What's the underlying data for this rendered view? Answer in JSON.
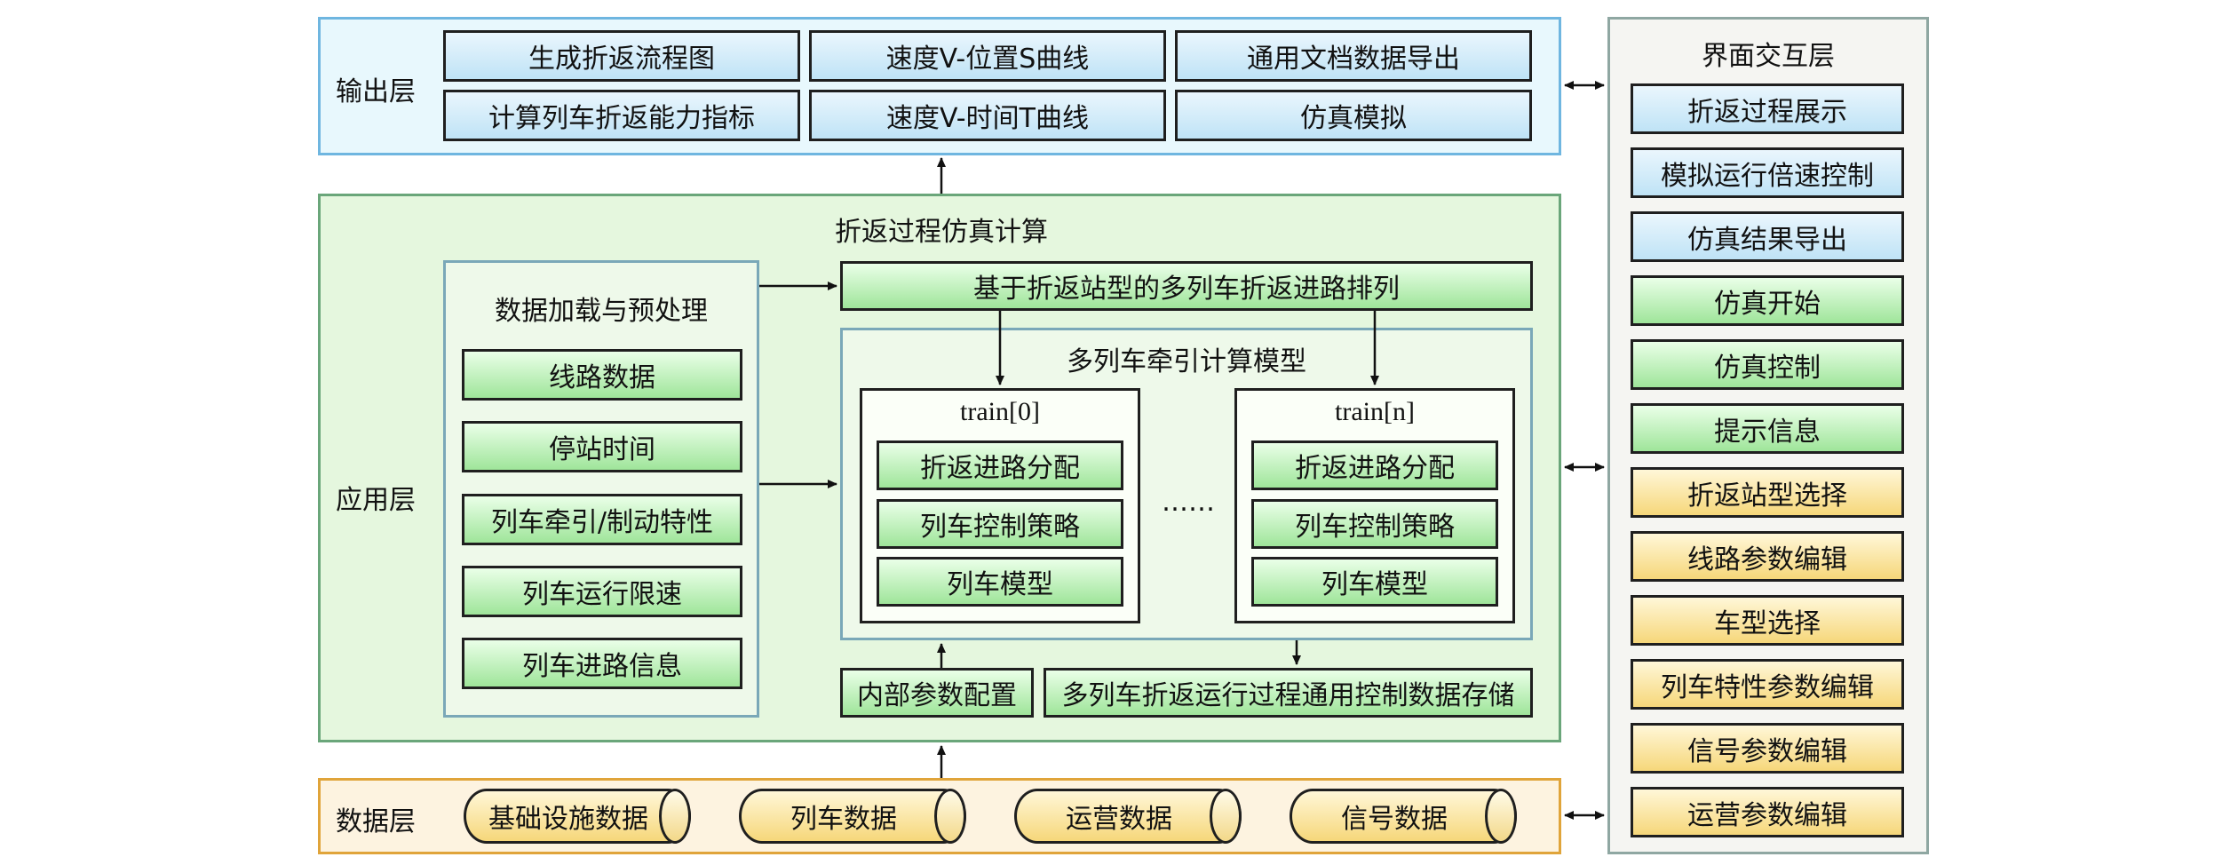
{
  "output_layer": {
    "label": "输出层",
    "items": [
      "生成折返流程图",
      "速度V-位置S曲线",
      "通用文档数据导出",
      "计算列车折返能力指标",
      "速度V-时间T曲线",
      "仿真模拟"
    ]
  },
  "application_layer": {
    "label": "应用层",
    "title": "折返过程仿真计算",
    "preprocess": {
      "title": "数据加载与预处理",
      "items": [
        "线路数据",
        "停站时间",
        "列车牵引/制动特性",
        "列车运行限速",
        "列车进路信息"
      ]
    },
    "route_arrangement": "基于折返站型的多列车折返进路排列",
    "traction_model": {
      "title": "多列车牵引计算模型",
      "train_first": {
        "title": "train[0]",
        "items": [
          "折返进路分配",
          "列车控制策略",
          "列车模型"
        ]
      },
      "ellipsis": "……",
      "train_last": {
        "title": "train[n]",
        "items": [
          "折返进路分配",
          "列车控制策略",
          "列车模型"
        ]
      }
    },
    "internal_config": "内部参数配置",
    "storage": "多列车折返运行过程通用控制数据存储"
  },
  "data_layer": {
    "label": "数据层",
    "items": [
      "基础设施数据",
      "列车数据",
      "运营数据",
      "信号数据"
    ]
  },
  "interface_layer": {
    "title": "界面交互层",
    "items": [
      {
        "label": "折返过程展示",
        "color": "blue"
      },
      {
        "label": "模拟运行倍速控制",
        "color": "blue"
      },
      {
        "label": "仿真结果导出",
        "color": "blue"
      },
      {
        "label": "仿真开始",
        "color": "green"
      },
      {
        "label": "仿真控制",
        "color": "green"
      },
      {
        "label": "提示信息",
        "color": "green"
      },
      {
        "label": "折返站型选择",
        "color": "yellow"
      },
      {
        "label": "线路参数编辑",
        "color": "yellow"
      },
      {
        "label": "车型选择",
        "color": "yellow"
      },
      {
        "label": "列车特性参数编辑",
        "color": "yellow"
      },
      {
        "label": "信号参数编辑",
        "color": "yellow"
      },
      {
        "label": "运营参数编辑",
        "color": "yellow"
      }
    ]
  },
  "colors": {
    "output_bg": "#e8f8fd",
    "output_border": "#6fb6e0",
    "app_bg": "#e5f7de",
    "app_border": "#6aa67a",
    "data_bg": "#fdf3e0",
    "data_border": "#e0a43a",
    "ui_bg": "#f5f5f2",
    "ui_border": "#8fa7a2"
  }
}
